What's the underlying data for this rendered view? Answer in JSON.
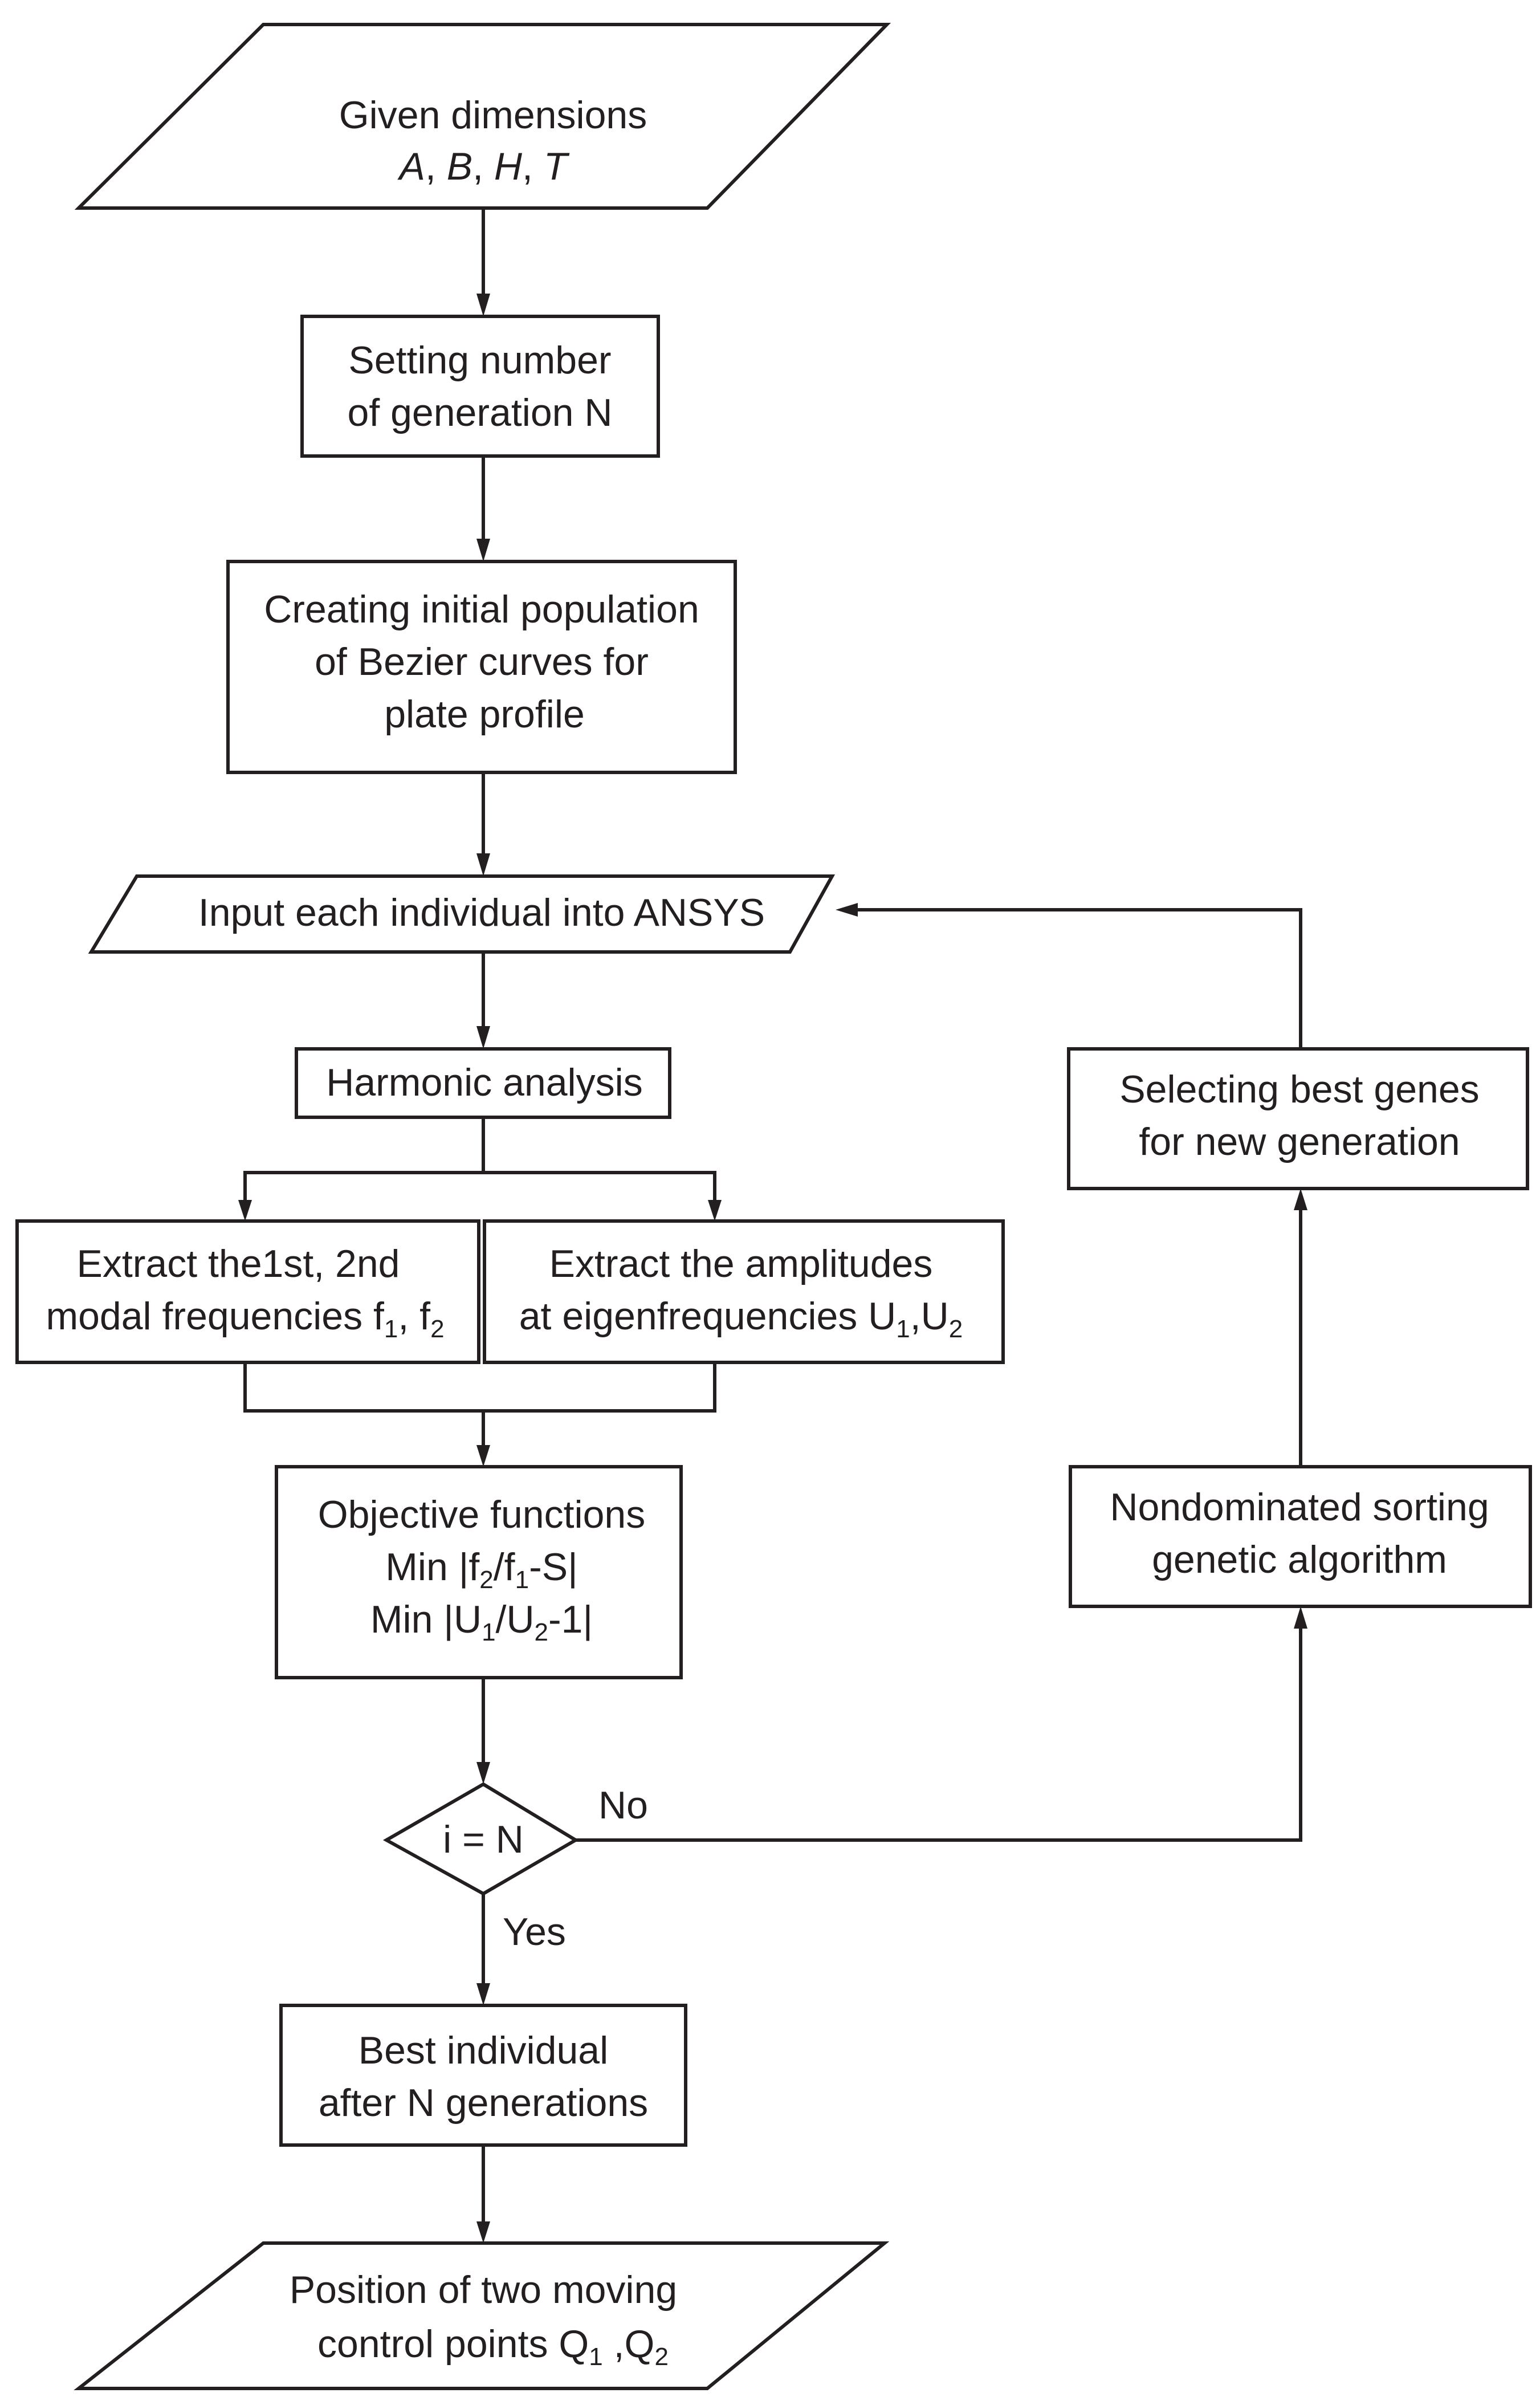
{
  "nodes": {
    "given_dimensions": {
      "line1": "Given dimensions",
      "vars": [
        "A",
        "B",
        "H",
        "T"
      ],
      "sep": ", "
    },
    "setting_generation": {
      "line1": "Setting number",
      "line2": "of generation N"
    },
    "initial_population": {
      "line1": "Creating initial population",
      "line2": "of Bezier curves for",
      "line3": "plate profile"
    },
    "input_ansys": {
      "text": "Input each individual into ANSYS"
    },
    "harmonic_analysis": {
      "text": "Harmonic analysis"
    },
    "extract_frequencies": {
      "line1": "Extract the1st, 2nd",
      "line2_prefix": "modal frequencies f",
      "sub1": "1",
      "mid": ", f",
      "sub2": "2"
    },
    "extract_amplitudes": {
      "line1": "Extract the amplitudes",
      "line2_prefix": "at eigenfrequencies U",
      "sub1": "1",
      "mid": ",U",
      "sub2": "2"
    },
    "objective_functions": {
      "line1": "Objective functions",
      "line2": {
        "a": "Min |f",
        "s1": "2",
        "b": "/f",
        "s2": "1",
        "c": "-S|"
      },
      "line3": {
        "a": "Min |U",
        "s1": "1",
        "b": "/U",
        "s2": "2",
        "c": "-1|"
      }
    },
    "decision": {
      "text": "i = N",
      "no_label": "No",
      "yes_label": "Yes"
    },
    "best_individual": {
      "line1": "Best individual",
      "line2": "after N generations"
    },
    "control_points": {
      "line1": "Position of two moving",
      "line2_prefix": "control points Q",
      "sub1": "1",
      "mid": " ,Q",
      "sub2": "2"
    },
    "nsga": {
      "line1": "Nondominated sorting",
      "line2": "genetic algorithm"
    },
    "selecting_genes": {
      "line1": "Selecting best genes",
      "line2": "for new generation"
    }
  },
  "colors": {
    "stroke": "#231f20",
    "fill": "#ffffff",
    "background": "#ffffff"
  }
}
